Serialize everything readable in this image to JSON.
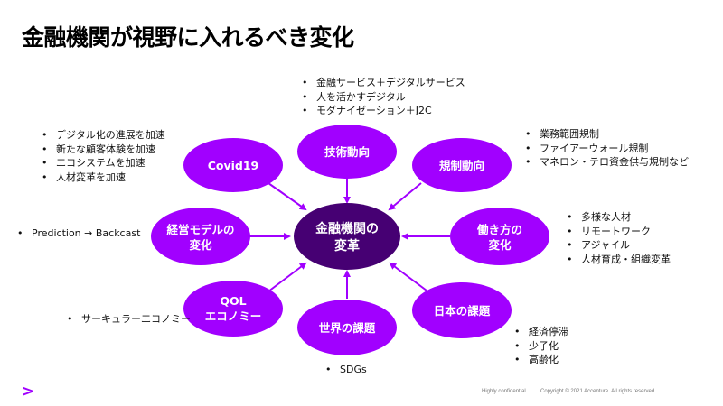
{
  "title": "金融機関が視野に入れるべき変化",
  "colors": {
    "node": "#a100ff",
    "center": "#460073",
    "arrow": "#a100ff"
  },
  "center": {
    "line1": "金融機関の",
    "line2": "変革"
  },
  "nodes": {
    "tech": {
      "line1": "技術動向",
      "line2": ""
    },
    "covid": {
      "line1": "Covid19",
      "line2": ""
    },
    "reg": {
      "line1": "規制動向",
      "line2": ""
    },
    "biz": {
      "line1": "経営モデルの",
      "line2": "変化"
    },
    "work": {
      "line1": "働き方の",
      "line2": "変化"
    },
    "qol": {
      "line1": "QOL",
      "line2": "エコノミー"
    },
    "world": {
      "line1": "世界の課題",
      "line2": ""
    },
    "japan": {
      "line1": "日本の課題",
      "line2": ""
    }
  },
  "notes": {
    "tech": [
      "金融サービス＋デジタルサービス",
      "人を活かすデジタル",
      "モダナイゼーション＋J2C"
    ],
    "covid": [
      "デジタル化の進展を加速",
      "新たな顧客体験を加速",
      "エコシステムを加速",
      "人材変革を加速"
    ],
    "reg": [
      "業務範囲規制",
      "ファイアーウォール規制",
      "マネロン・テロ資金供与規制など"
    ],
    "biz": [
      "Prediction → Backcast"
    ],
    "work": [
      "多様な人材",
      "リモートワーク",
      "アジャイル",
      "人材育成・組織変革"
    ],
    "qol": [
      "サーキュラーエコノミー"
    ],
    "world": [
      "SDGs"
    ],
    "japan": [
      "経済停滞",
      "少子化",
      "高齢化"
    ]
  },
  "footer": {
    "logo": ">",
    "confidential": "Highly confidential",
    "copyright": "Copyright © 2021 Accenture. All rights reserved."
  }
}
